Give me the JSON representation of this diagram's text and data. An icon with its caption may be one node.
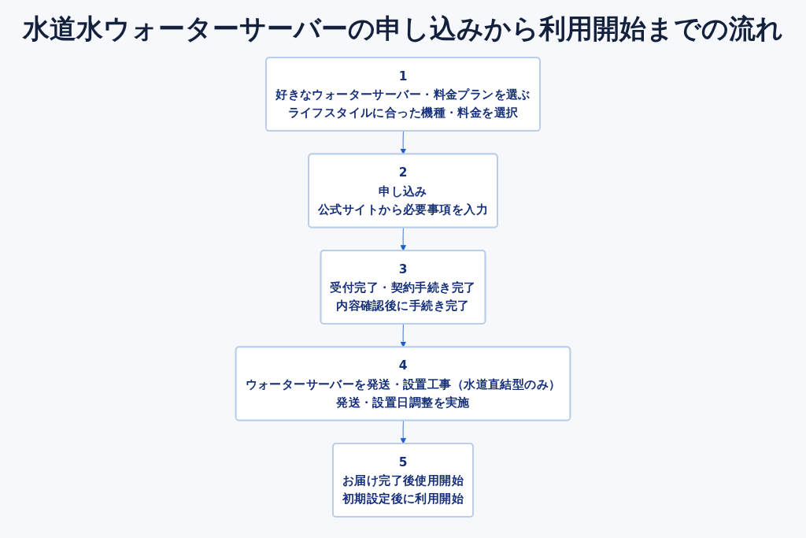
{
  "diagram": {
    "title": "水道水ウォーターサーバーの申し込みから利用開始までの流れ",
    "nodes": [
      {
        "text": [
          "1",
          "好きなウォーターサーバー・料金プランを選ぶ",
          "ライフスタイルに合った機種・料金を選択"
        ]
      },
      {
        "text": [
          "2",
          "申し込み",
          "公式サイトから必要事項を入力"
        ]
      },
      {
        "text": [
          "3",
          "受付完了・契約手続き完了",
          "内容確認後に手続き完了"
        ]
      },
      {
        "text": [
          "4",
          "ウォーターサーバーを発送・設置工事（水道直結型のみ）",
          "発送・設置日調整を実施"
        ]
      },
      {
        "text": [
          "5",
          "お届け完了後使用開始",
          "初期設定後に利用開始"
        ]
      }
    ],
    "edges": [
      {
        "from": 0,
        "to": 1,
        "arrow": "to"
      },
      {
        "from": 1,
        "to": 2,
        "arrow": "to"
      },
      {
        "from": 2,
        "to": 3,
        "arrow": "to"
      },
      {
        "from": 3,
        "to": 4,
        "arrow": "to"
      }
    ]
  }
}
